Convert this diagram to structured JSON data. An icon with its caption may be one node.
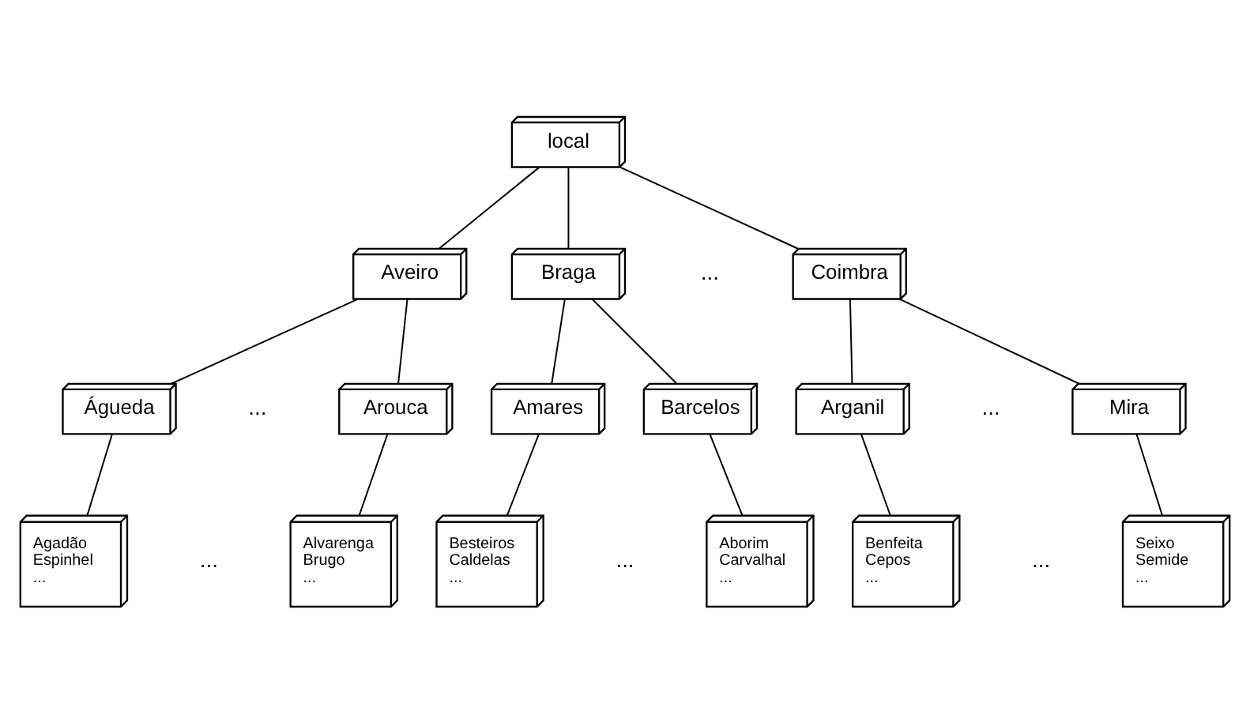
{
  "diagram": {
    "nodes": [
      {
        "text": [
          "local"
        ]
      },
      {
        "text": [
          "Aveiro"
        ]
      },
      {
        "text": [
          "Braga"
        ]
      },
      {
        "text": [
          "Coimbra"
        ]
      },
      {
        "text": [
          "Águeda"
        ]
      },
      {
        "text": [
          "Arouca"
        ]
      },
      {
        "text": [
          "Amares"
        ]
      },
      {
        "text": [
          "Barcelos"
        ]
      },
      {
        "text": [
          "Arganil"
        ]
      },
      {
        "text": [
          "Mira"
        ]
      },
      {
        "text": [
          "Agadão",
          "Espinhel",
          "..."
        ]
      },
      {
        "text": [
          "Alvarenga",
          "Brugo",
          "..."
        ]
      },
      {
        "text": [
          "Besteiros",
          "Caldelas",
          "..."
        ]
      },
      {
        "text": [
          "Aborim",
          "Carvalhal",
          "..."
        ]
      },
      {
        "text": [
          "Benfeita",
          "Cepos",
          "..."
        ]
      },
      {
        "text": [
          "Seixo",
          "Semide",
          "..."
        ]
      }
    ],
    "edges": [
      {
        "from": 0,
        "to": 1,
        "arrow": "none"
      },
      {
        "from": 0,
        "to": 2,
        "arrow": "none"
      },
      {
        "from": 0,
        "to": 3,
        "arrow": "none"
      },
      {
        "from": 1,
        "to": 4,
        "arrow": "none"
      },
      {
        "from": 1,
        "to": 5,
        "arrow": "none"
      },
      {
        "from": 2,
        "to": 6,
        "arrow": "none"
      },
      {
        "from": 2,
        "to": 7,
        "arrow": "none"
      },
      {
        "from": 3,
        "to": 8,
        "arrow": "none"
      },
      {
        "from": 3,
        "to": 9,
        "arrow": "none"
      },
      {
        "from": 4,
        "to": 10,
        "arrow": "none"
      },
      {
        "from": 5,
        "to": 11,
        "arrow": "none"
      },
      {
        "from": 6,
        "to": 12,
        "arrow": "none"
      },
      {
        "from": 7,
        "to": 13,
        "arrow": "none"
      },
      {
        "from": 8,
        "to": 14,
        "arrow": "none"
      },
      {
        "from": 9,
        "to": 15,
        "arrow": "none"
      }
    ],
    "labels": [
      "...",
      "...",
      "...",
      "...",
      "...",
      "..."
    ]
  }
}
